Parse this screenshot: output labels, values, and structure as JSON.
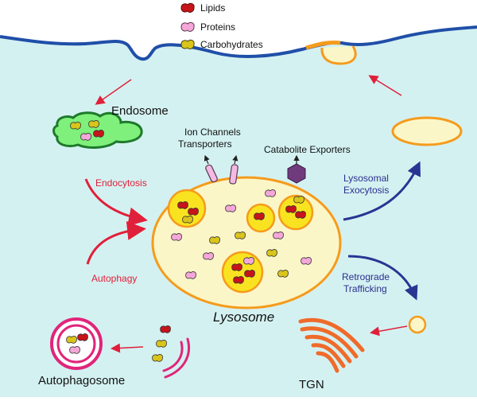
{
  "legend": {
    "lipids": "Lipids",
    "proteins": "Proteins",
    "carbohydrates": "Carbohydrates"
  },
  "labels": {
    "endosome": "Endosome",
    "ion_channels_line1": "Ion Channels",
    "ion_channels_line2": "Transporters",
    "catabolite_exporters": "Catabolite Exporters",
    "endocytosis": "Endocytosis",
    "autophagy": "Autophagy",
    "lysosome": "Lysosome",
    "lysosomal_line1": "Lysosomal",
    "lysosomal_line2": "Exocytosis",
    "retrograde_line1": "Retrograde",
    "retrograde_line2": "Trafficking",
    "autophagosome": "Autophagosome",
    "tgn": "TGN"
  },
  "colors": {
    "cytoplasm": "#d4f1f1",
    "membrane": "#1f4fa8",
    "lysosome_fill": "#fbf6c8",
    "lysosome_edge": "#f59b1c",
    "inner_vesicle": "#f9e321",
    "lipid": "#c7141a",
    "protein": "#f4a7d8",
    "carbohydrate": "#d9c51b",
    "endosome_fill": "#7ff07b",
    "endosome_edge": "#1d7a2b",
    "red_arrow": "#e0203a",
    "blue_arrow": "#283593",
    "tgn": "#f06a2a",
    "autophagosome": "#e0257a",
    "exporter": "#6f3b7d",
    "channel": "#f4b9e5"
  }
}
